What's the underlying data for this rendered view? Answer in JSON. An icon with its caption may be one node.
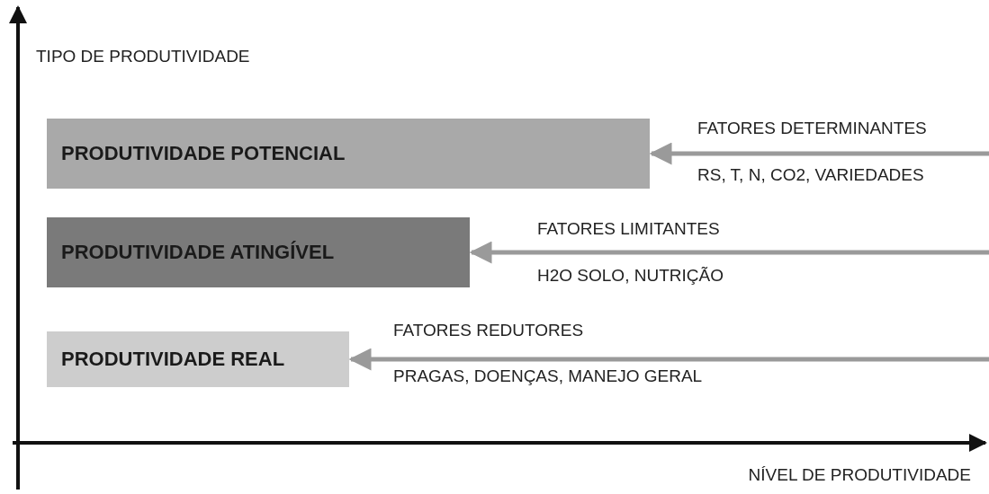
{
  "diagram": {
    "nodes": [
      {
        "text": [
          "PRODUTIVIDADE POTENCIAL"
        ]
      },
      {
        "text": [
          "PRODUTIVIDADE ATINGÍVEL"
        ]
      },
      {
        "text": [
          "PRODUTIVIDADE REAL"
        ]
      }
    ],
    "edges": [
      {
        "from": null,
        "to": 0,
        "arrow": "to"
      },
      {
        "from": null,
        "to": 1,
        "arrow": "to"
      },
      {
        "from": null,
        "to": 2,
        "arrow": "to"
      }
    ],
    "labels": [
      "TIPO DE PRODUTIVIDADE",
      "FATORES DETERMINANTES",
      "RS, T, N, CO2, VARIEDADES",
      "FATORES LIMITANTES",
      "H2O SOLO, NUTRIÇÃO",
      "FATORES REDUTORES",
      "PRAGAS, DOENÇAS, MANEJO GERAL",
      "NÍVEL DE PRODUTIVIDADE"
    ]
  }
}
